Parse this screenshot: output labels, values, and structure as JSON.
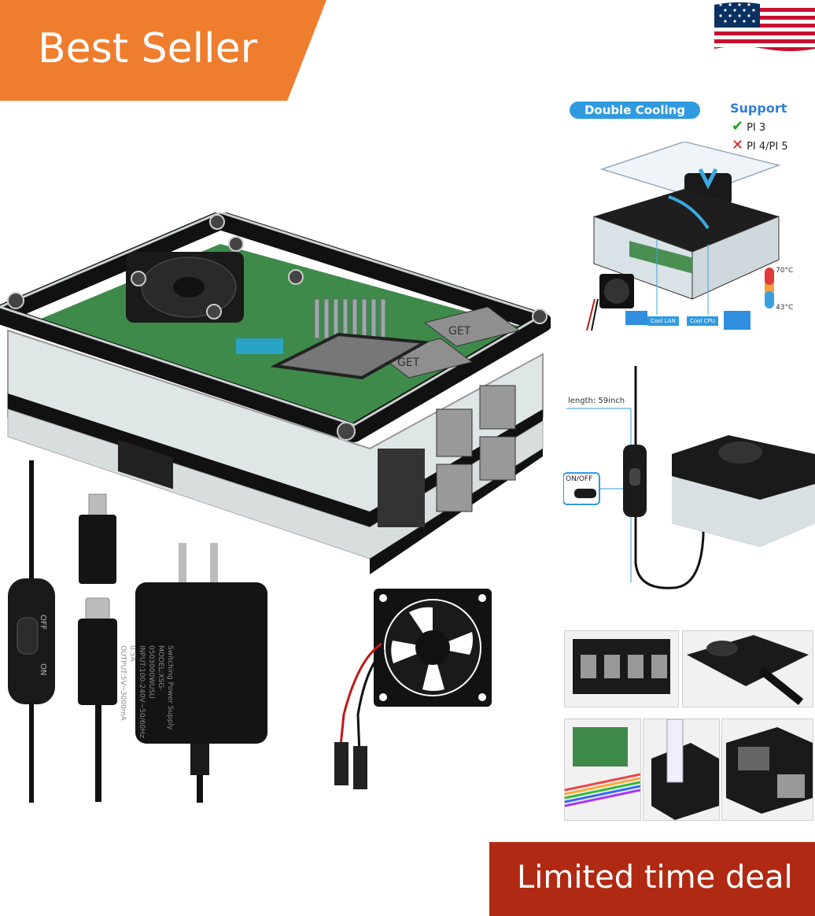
{
  "badges": {
    "best_seller": "Best Seller",
    "deal": "Limited time deal"
  },
  "info": {
    "double_cooling": "Double Cooling",
    "support_title": "Support",
    "support_yes": "PI 3",
    "support_no": "PI 4/PI 5",
    "temp_high": "70°C",
    "temp_low": "43°C",
    "cool_lan": "Cool LAN",
    "cool_cpu": "Cool CPU",
    "length": "length: 59inch",
    "on_off": "ON/OFF"
  },
  "switch_labels": {
    "off": "OFF",
    "on": "ON"
  },
  "adapter": {
    "title": "Switching Power Supply",
    "model": "MODEL:XSG-0503000WUSU",
    "input": "INPUT:100-240V~50/60Hz 0.5A",
    "output": "OUTPUT:5V⎓3000mA"
  },
  "case_labels": {
    "get1": "GET",
    "get2": "GET"
  },
  "colors": {
    "best_seller_bg": "#ef7d2e",
    "deal_bg": "#b02a13",
    "accent_blue": "#2f9ae0"
  }
}
